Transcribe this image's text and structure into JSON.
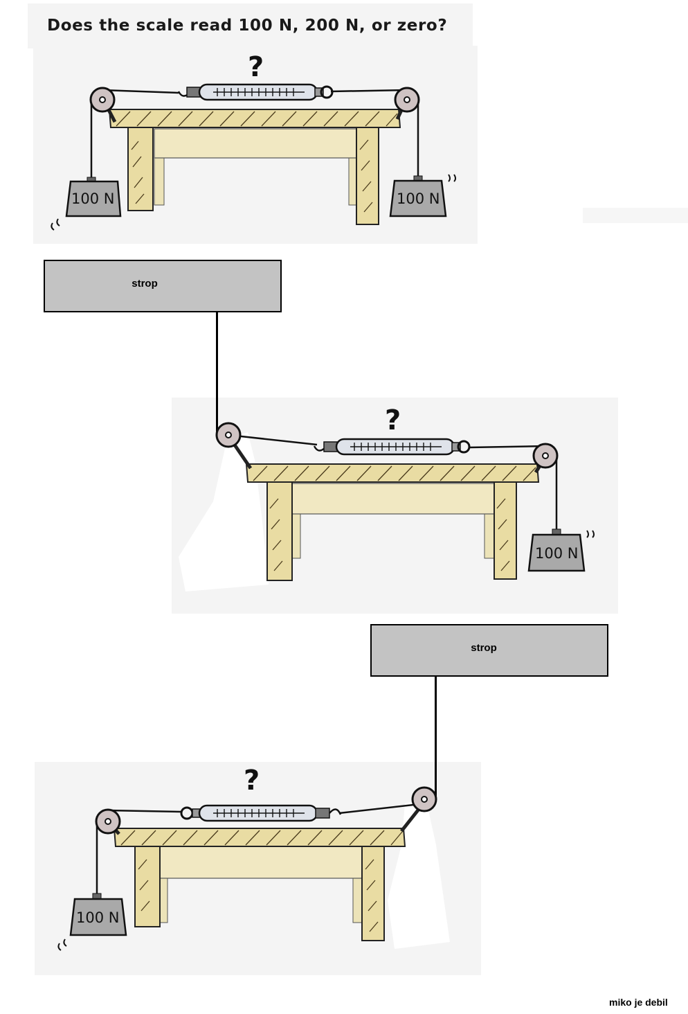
{
  "title": "Does the scale read 100 N, 200 N, or zero?",
  "scale_question": "?",
  "weight_label": "100 N",
  "ceiling_label": "strop",
  "footer_note": "miko je debil",
  "colors": {
    "panel": "#f4f4f4",
    "table_wood": "#e9dca3",
    "table_hatch": "#4a3b1c",
    "weight_fill": "#a9a9a9",
    "pulley_fill": "#cfc3c3",
    "ceiling_fill": "#c3c3c3"
  }
}
